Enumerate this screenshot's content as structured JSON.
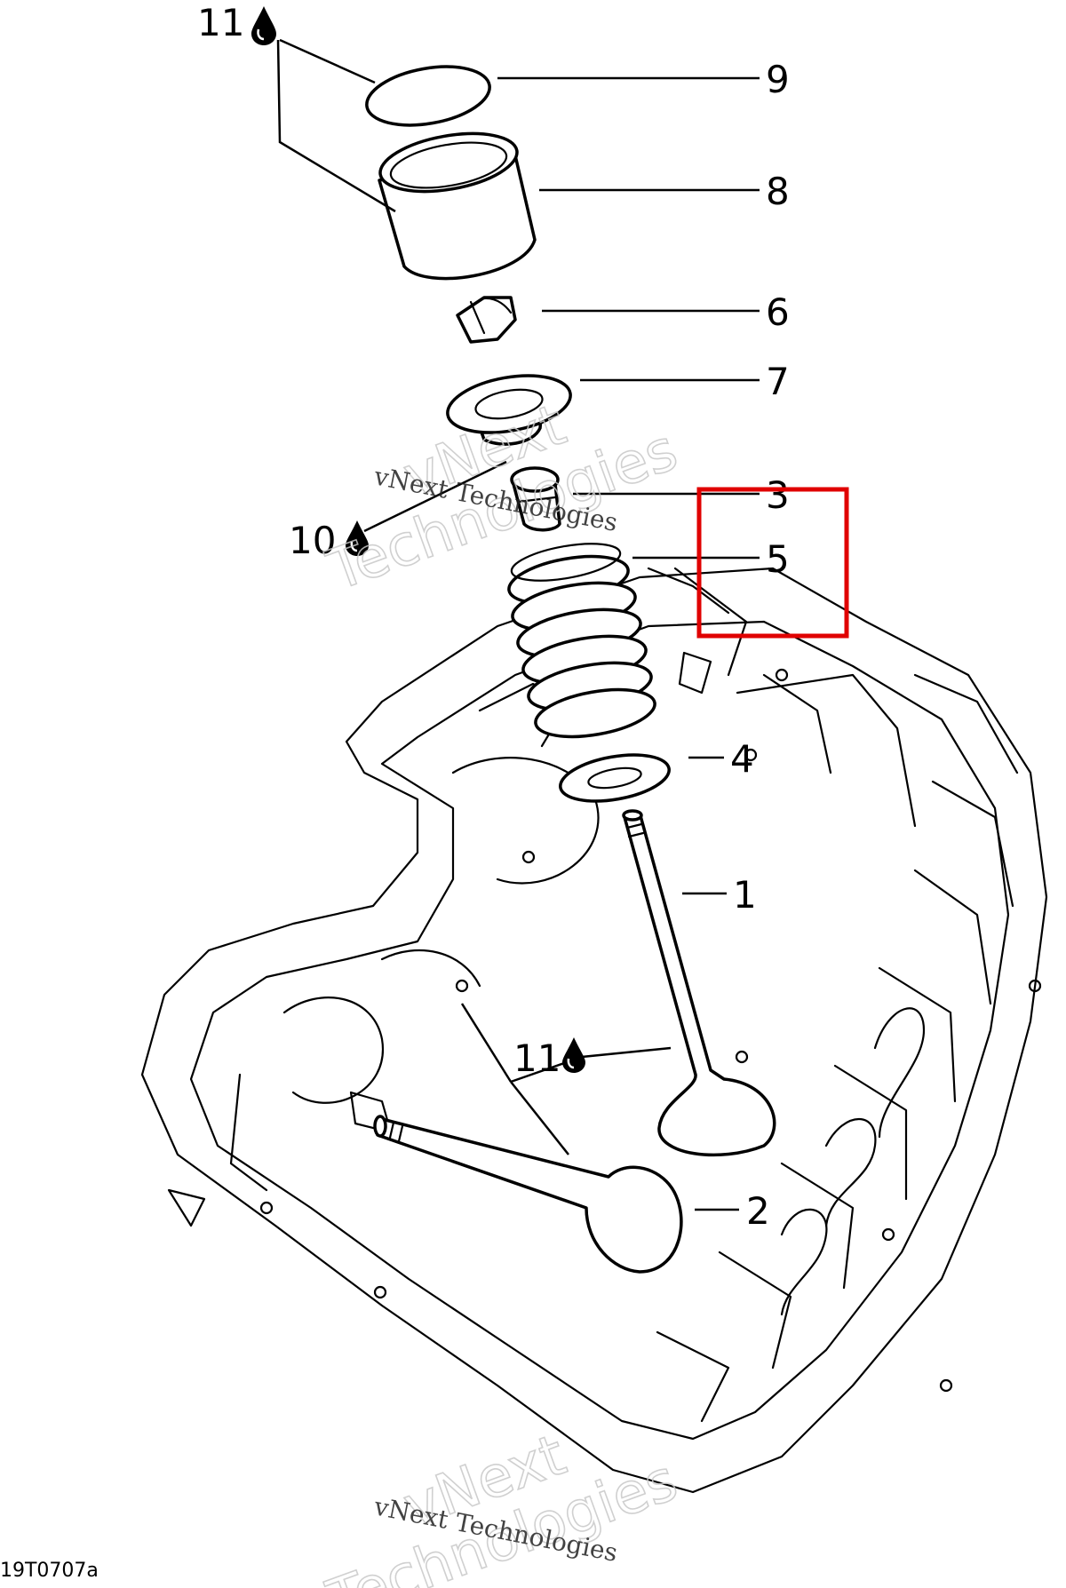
{
  "diagram": {
    "drawing_ref": "19T0707a",
    "highlight_color": "#e00000",
    "callouts": {
      "c1": "1",
      "c2": "2",
      "c3": "3",
      "c4": "4",
      "c5": "5",
      "c6": "6",
      "c7": "7",
      "c8": "8",
      "c9": "9",
      "c10": "10",
      "c11_top": "11",
      "c11_mid": "11"
    },
    "lubricant_icon": "oil-drop-icon",
    "watermark": {
      "line_small": "vNext Technologies",
      "line_big_1": "vNext",
      "line_big_2": "Technologies"
    }
  }
}
